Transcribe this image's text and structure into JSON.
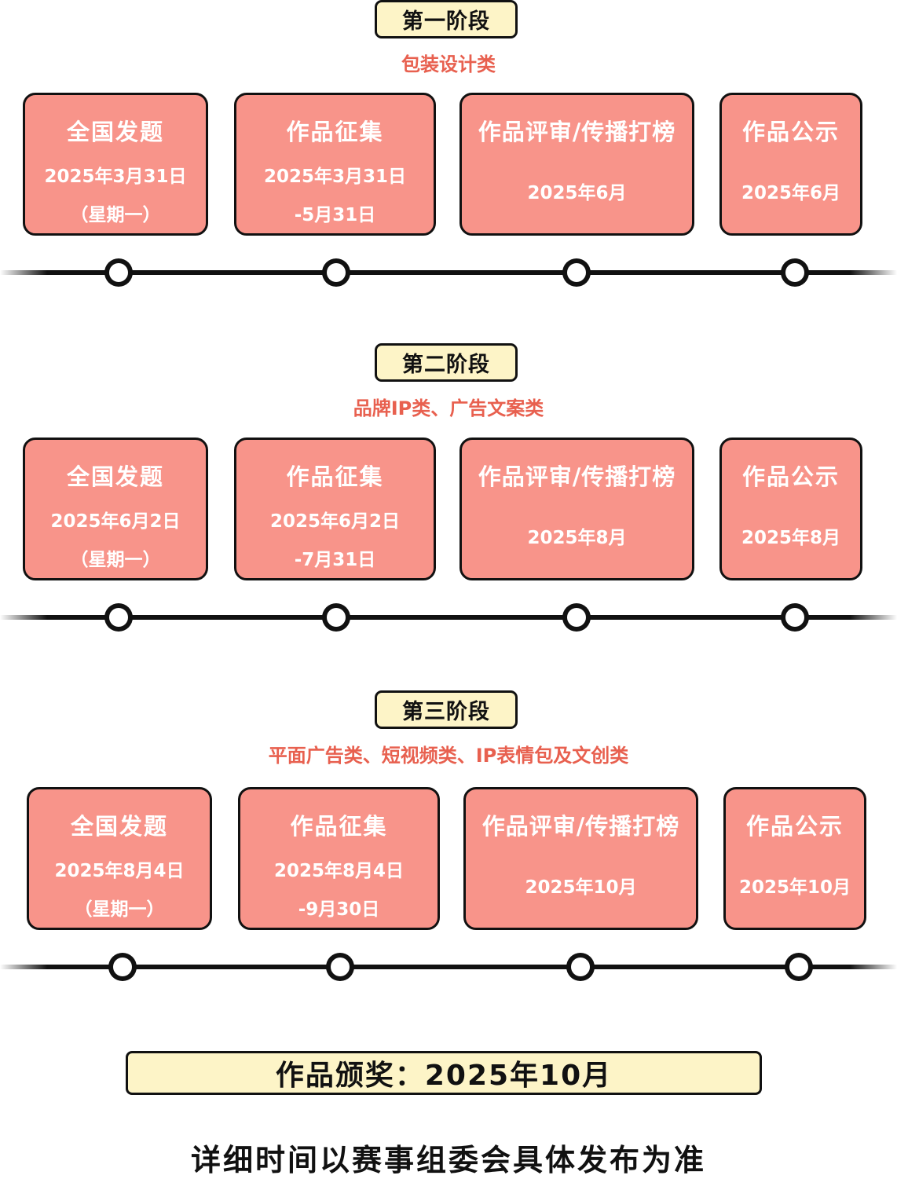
{
  "stages": [
    {
      "badge": "第一阶段",
      "category": "包装设计类",
      "cards": [
        {
          "title": "全国发题",
          "line1": "2025年3月31日",
          "line2": "（星期一）"
        },
        {
          "title": "作品征集",
          "line1": "2025年3月31日",
          "line2": "-5月31日"
        },
        {
          "title": "作品评审/传播打榜",
          "single": "2025年6月"
        },
        {
          "title": "作品公示",
          "single": "2025年6月"
        }
      ]
    },
    {
      "badge": "第二阶段",
      "category": "品牌IP类、广告文案类",
      "cards": [
        {
          "title": "全国发题",
          "line1": "2025年6月2日",
          "line2": "（星期一）"
        },
        {
          "title": "作品征集",
          "line1": "2025年6月2日",
          "line2": "-7月31日"
        },
        {
          "title": "作品评审/传播打榜",
          "single": "2025年8月"
        },
        {
          "title": "作品公示",
          "single": "2025年8月"
        }
      ]
    },
    {
      "badge": "第三阶段",
      "category": "平面广告类、短视频类、IP表情包及文创类",
      "cards": [
        {
          "title": "全国发题",
          "line1": "2025年8月4日",
          "line2": "（星期一）"
        },
        {
          "title": "作品征集",
          "line1": "2025年8月4日",
          "line2": "-9月30日"
        },
        {
          "title": "作品评审/传播打榜",
          "single": "2025年10月"
        },
        {
          "title": "作品公示",
          "single": "2025年10月"
        }
      ]
    }
  ],
  "award": "作品颁奖：2025年10月",
  "footer_note": "详细时间以赛事组委会具体发布为准",
  "colors": {
    "card_fill": "#f8948a",
    "badge_fill": "#fdf4c7",
    "category_text": "#e8604f",
    "outline": "#111111"
  }
}
